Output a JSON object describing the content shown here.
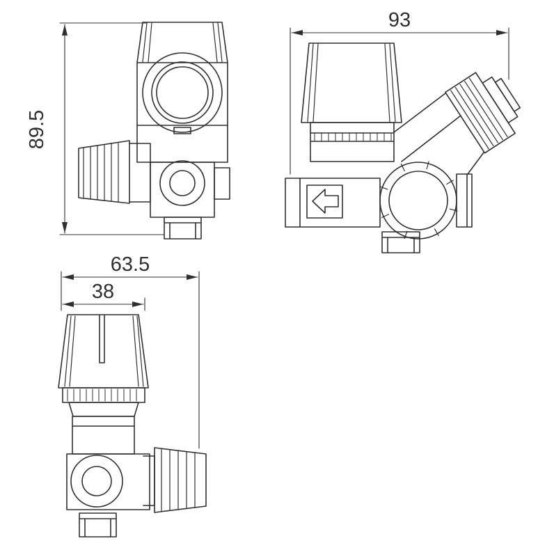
{
  "page": {
    "background": "#ffffff",
    "line_color": "#2f2f2f"
  },
  "drawing": {
    "type": "technical-dimension-drawing",
    "dimensions": {
      "height": "89.5",
      "side_width": "93",
      "overall_width": "63.5",
      "knob_width": "38"
    },
    "icons": {
      "flow_direction": "left-arrow"
    }
  }
}
